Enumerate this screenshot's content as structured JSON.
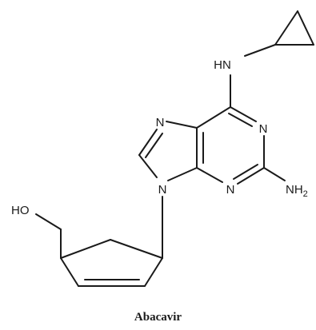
{
  "figure": {
    "compound_name": "Abacavir",
    "atom_labels": {
      "hn": "HN",
      "n_imidazole_top": "N",
      "n_pyrimidine_right": "N",
      "n9": "N",
      "n_pyrimidine_bottom": "N",
      "nh2_main": "NH",
      "nh2_subscript": "2",
      "ho": "HO"
    }
  }
}
